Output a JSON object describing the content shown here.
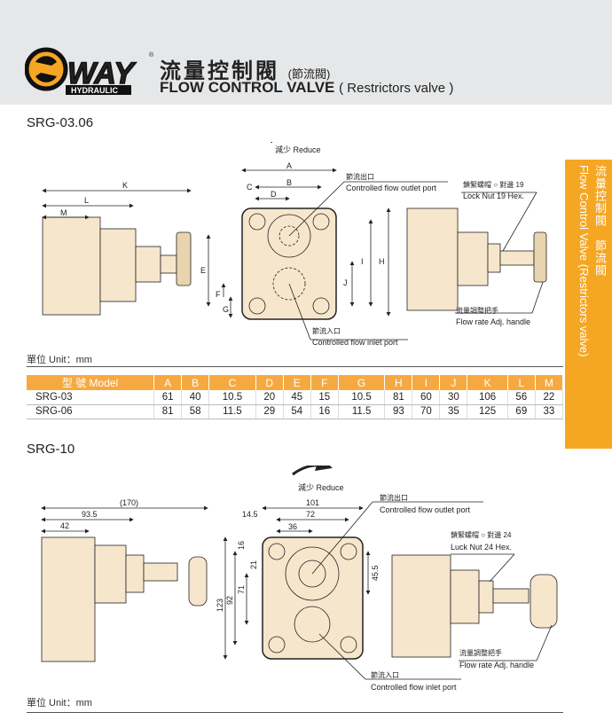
{
  "header": {
    "brand": "WAY",
    "brand_sub": "HYDRAULIC",
    "title_cn": "流量控制閥",
    "title_cn_sub": "(節流閥)",
    "title_en": "FLOW CONTROL VALVE",
    "title_en_sub": "( Restrictors valve )"
  },
  "side_tab": {
    "cn": "流量控制閥　節流閥",
    "en": "Flow Control Valve (Restrictors valve)"
  },
  "colors": {
    "accent": "#f5a623",
    "table_header": "#f7a941",
    "part_fill": "#f6e6cc"
  },
  "section1": {
    "title": "SRG-03.06",
    "reduce": "減少 Reduce",
    "dims": {
      "A": "A",
      "B": "B",
      "C": "C",
      "D": "D",
      "E": "E",
      "F": "F",
      "G": "G",
      "H": "H",
      "I": "I",
      "J": "J",
      "K": "K",
      "L": "L",
      "M": "M"
    },
    "outlet_cn": "節流出口",
    "outlet_en": "Controlled flow outlet port",
    "inlet_cn": "節流入口",
    "inlet_en": "Controlled flow inlet port",
    "locknut_cn": "鎖緊螺帽 ○ 對邊 19",
    "locknut_en": "Lock Nut 19 Hex.",
    "handle_cn": "流量調整把手",
    "handle_en": "Flow rate Adj. handle",
    "unit": "單位 Unit：mm"
  },
  "table": {
    "headers": [
      "型 號 Model",
      "A",
      "B",
      "C",
      "D",
      "E",
      "F",
      "G",
      "H",
      "I",
      "J",
      "K",
      "L",
      "M"
    ],
    "rows": [
      [
        "SRG-03",
        "61",
        "40",
        "10.5",
        "20",
        "45",
        "15",
        "10.5",
        "81",
        "60",
        "30",
        "106",
        "56",
        "22"
      ],
      [
        "SRG-06",
        "81",
        "58",
        "11.5",
        "29",
        "54",
        "16",
        "11.5",
        "93",
        "70",
        "35",
        "125",
        "69",
        "33"
      ]
    ]
  },
  "section2": {
    "title": "SRG-10",
    "reduce": "減少 Reduce",
    "dims": {
      "d170": "(170)",
      "d935": "93.5",
      "d42": "42",
      "d101": "101",
      "d145": "14.5",
      "d72": "72",
      "d36": "36",
      "d16": "16",
      "d21": "21",
      "d71": "71",
      "d92": "92",
      "d123": "123",
      "d455": "45.5"
    },
    "outlet_cn": "節流出口",
    "outlet_en": "Controlled flow outlet port",
    "inlet_cn": "節流入口",
    "inlet_en": "Controlled flow inlet port",
    "locknut_cn": "鎖緊螺帽 ○ 對邊 24",
    "locknut_en": "Luck Nut 24 Hex.",
    "handle_cn": "流量調整把手",
    "handle_en": "Flow rate Adj. handle",
    "unit": "單位 Unit：mm"
  }
}
